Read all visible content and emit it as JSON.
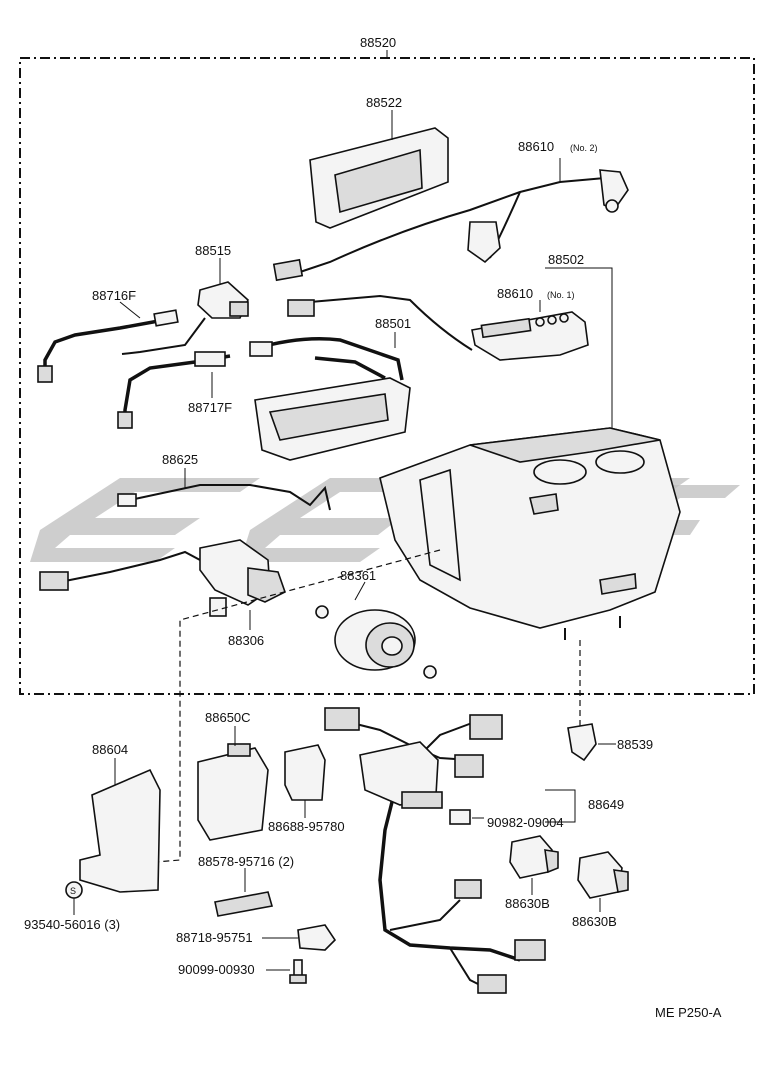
{
  "labels": {
    "p88520": "88520",
    "p88522": "88522",
    "p88610_2": "88610",
    "p88610_2_sub": "(No. 2)",
    "p88515": "88515",
    "p88716F": "88716F",
    "p88502": "88502",
    "p88610_1": "88610",
    "p88610_1_sub": "(No. 1)",
    "p88501": "88501",
    "p88717F": "88717F",
    "p88625": "88625",
    "p88361": "88361",
    "p88306": "88306",
    "p88650C": "88650C",
    "p88604": "88604",
    "p88539": "88539",
    "p88649": "88649",
    "p90982": "90982-09004",
    "p88688": "88688-95780",
    "p88578": "88578-95716 (2)",
    "p93540": "93540-56016 (3)",
    "p88630B_a": "88630B",
    "p88630B_b": "88630B",
    "p88718": "88718-95751",
    "p90099": "90099-00930",
    "screw_mark": "S"
  },
  "footer": {
    "code": "ME P250-A"
  }
}
